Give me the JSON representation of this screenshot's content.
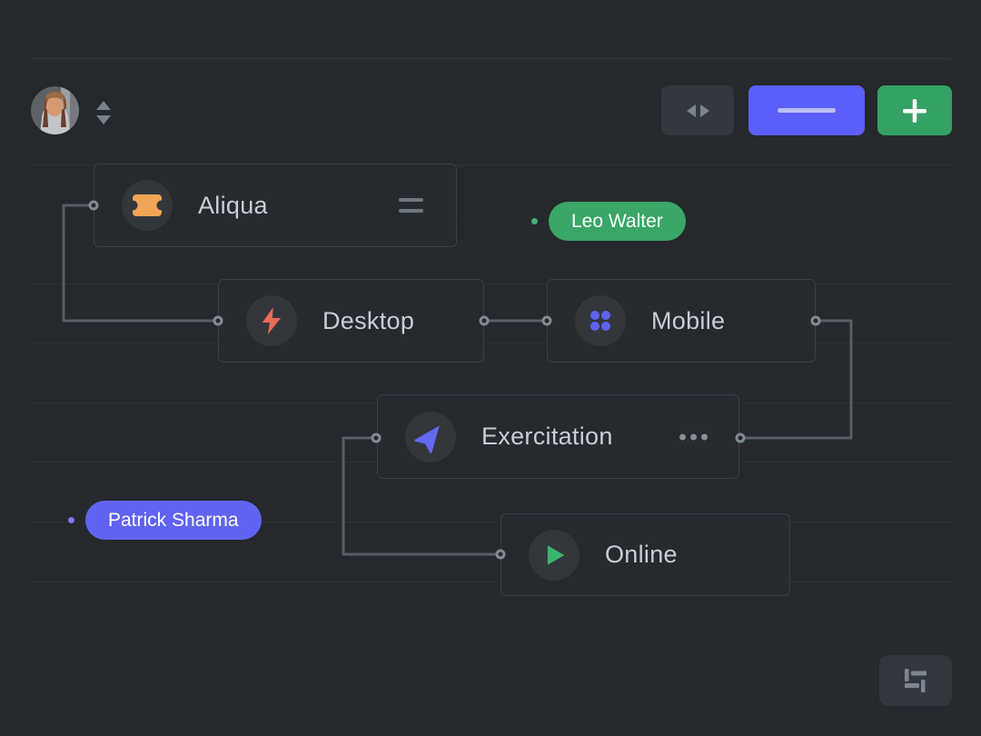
{
  "app": {
    "background_color": "#25282c",
    "gridline_color": "#2d3136"
  },
  "header": {
    "avatar": {
      "icon": "user-avatar"
    },
    "avatar_selector": {
      "icon": "sort-chevrons-icon"
    },
    "buttons": [
      {
        "name": "width-toggle",
        "icon": "horizontal-arrows-icon",
        "bg": "#33383e"
      },
      {
        "name": "primary-line",
        "icon": "minus-line-icon",
        "bg": "#5c5ef9"
      },
      {
        "name": "add",
        "icon": "plus-icon",
        "bg": "#34a165"
      }
    ]
  },
  "canvas": {
    "nodes": [
      {
        "label": "Aliqua",
        "icon": "ticket-icon",
        "icon_color": "#f0a455",
        "trailing_icon": "drag-handle-icon"
      },
      {
        "label": "Desktop",
        "icon": "lightning-icon",
        "icon_color": "#ea6a56"
      },
      {
        "label": "Mobile",
        "icon": "dots-grid-icon",
        "icon_color": "#5e62f3"
      },
      {
        "label": "Exercitation",
        "icon": "send-icon",
        "icon_color": "#6468f3",
        "trailing_icon": "ellipsis-icon"
      },
      {
        "label": "Online",
        "icon": "play-icon",
        "icon_color": "#3bb46e"
      }
    ],
    "tags": [
      {
        "label": "Leo Walter",
        "color": "#3aa667",
        "dot_color": "#43ae6e"
      },
      {
        "label": "Patrick Sharma",
        "color": "#6163f2",
        "dot_color": "#7b78f5"
      }
    ],
    "wire_color": "#575e66",
    "port_ring_color": "#828b95"
  },
  "footer": {
    "settings_button": {
      "icon": "tune-sliders-icon"
    }
  }
}
